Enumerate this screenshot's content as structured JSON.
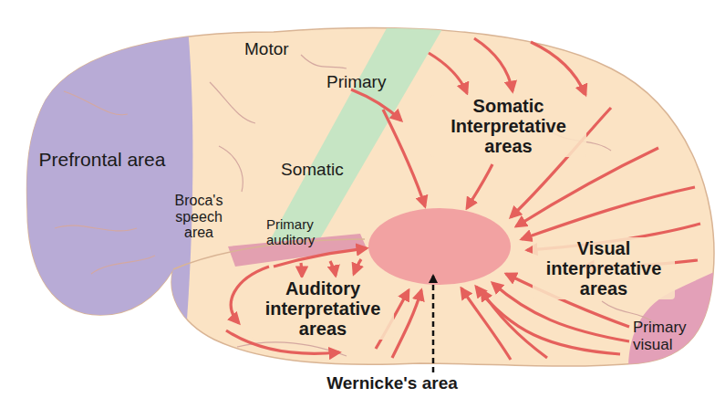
{
  "diagram": {
    "labels": [
      "Motor",
      "Primary",
      "Somatic",
      "Prefrontal area",
      "Broca's speech area",
      "Primary auditory",
      "Somatic Interpretative areas",
      "Auditory interpretative areas",
      "Visual interpretative areas",
      "Primary visual",
      "Wernicke's area"
    ]
  }
}
